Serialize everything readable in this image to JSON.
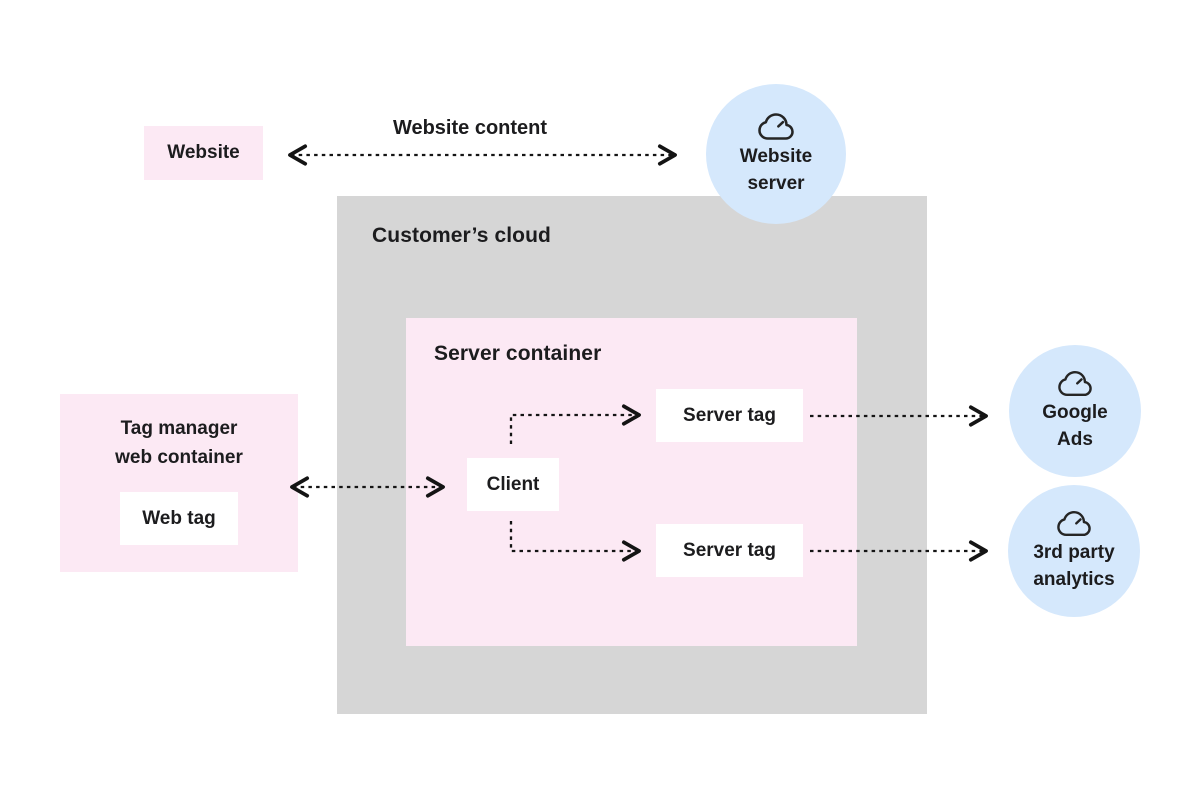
{
  "title": "Server-side tagging architecture diagram",
  "colors": {
    "background": "#ffffff",
    "region_gray": "#d6d6d6",
    "region_pink": "#fce9f4",
    "node_white": "#ffffff",
    "circle_blue": "#d5e8fc",
    "text": "#1c1c1e",
    "arrow": "#141414"
  },
  "nodes": {
    "website": {
      "label": "Website"
    },
    "website_server": {
      "lines": [
        "Website",
        "server"
      ],
      "icon": "cloud-icon"
    },
    "customers_cloud": {
      "label": "Customer’s cloud"
    },
    "server_container": {
      "label": "Server container"
    },
    "tag_manager": {
      "lines": [
        "Tag manager",
        "web container"
      ]
    },
    "web_tag": {
      "label": "Web tag"
    },
    "client": {
      "label": "Client"
    },
    "server_tag_top": {
      "label": "Server tag"
    },
    "server_tag_bottom": {
      "label": "Server tag"
    },
    "google_ads": {
      "lines": [
        "Google",
        "Ads"
      ],
      "icon": "cloud-icon"
    },
    "third_party_analytics": {
      "lines": [
        "3rd party",
        "analytics"
      ],
      "icon": "cloud-icon"
    }
  },
  "edges": [
    {
      "id": "website-website-server",
      "from": "Website",
      "to": "Website server",
      "label": "Website content",
      "direction": "bidirectional",
      "style": "dotted"
    },
    {
      "id": "web-container-client",
      "from": "Tag manager web container",
      "to": "Client",
      "label": "",
      "direction": "bidirectional",
      "style": "dotted"
    },
    {
      "id": "client-server-tag-top",
      "from": "Client",
      "to": "Server tag (top)",
      "label": "",
      "direction": "forward",
      "style": "dotted"
    },
    {
      "id": "client-server-tag-bottom",
      "from": "Client",
      "to": "Server tag (bottom)",
      "label": "",
      "direction": "forward",
      "style": "dotted"
    },
    {
      "id": "server-tag-google-ads",
      "from": "Server tag (top)",
      "to": "Google Ads",
      "label": "",
      "direction": "forward",
      "style": "dotted"
    },
    {
      "id": "server-tag-3rd-party",
      "from": "Server tag (bottom)",
      "to": "3rd party analytics",
      "label": "",
      "direction": "forward",
      "style": "dotted"
    }
  ]
}
